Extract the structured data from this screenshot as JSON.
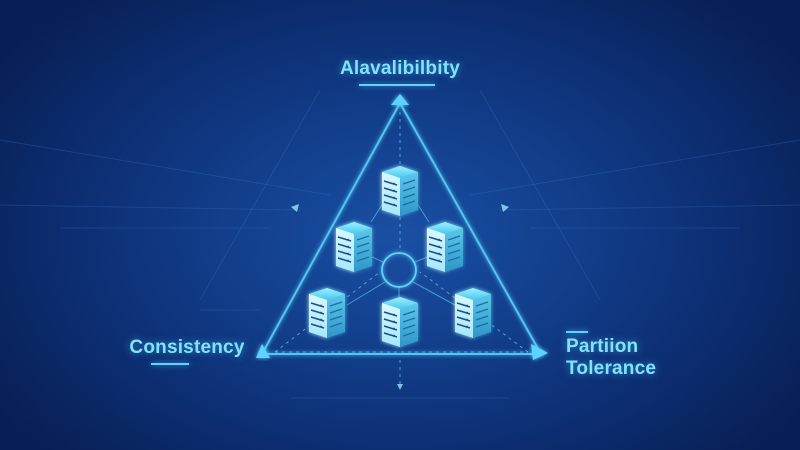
{
  "diagram": {
    "availability_label": "Alavalibilbity",
    "consistency_label": "Consistency",
    "partition_label_line1": "Partiion",
    "partition_label_line2": "Tolerance"
  },
  "colors": {
    "accent": "#5fd3ff",
    "background": "#0c2d70"
  }
}
